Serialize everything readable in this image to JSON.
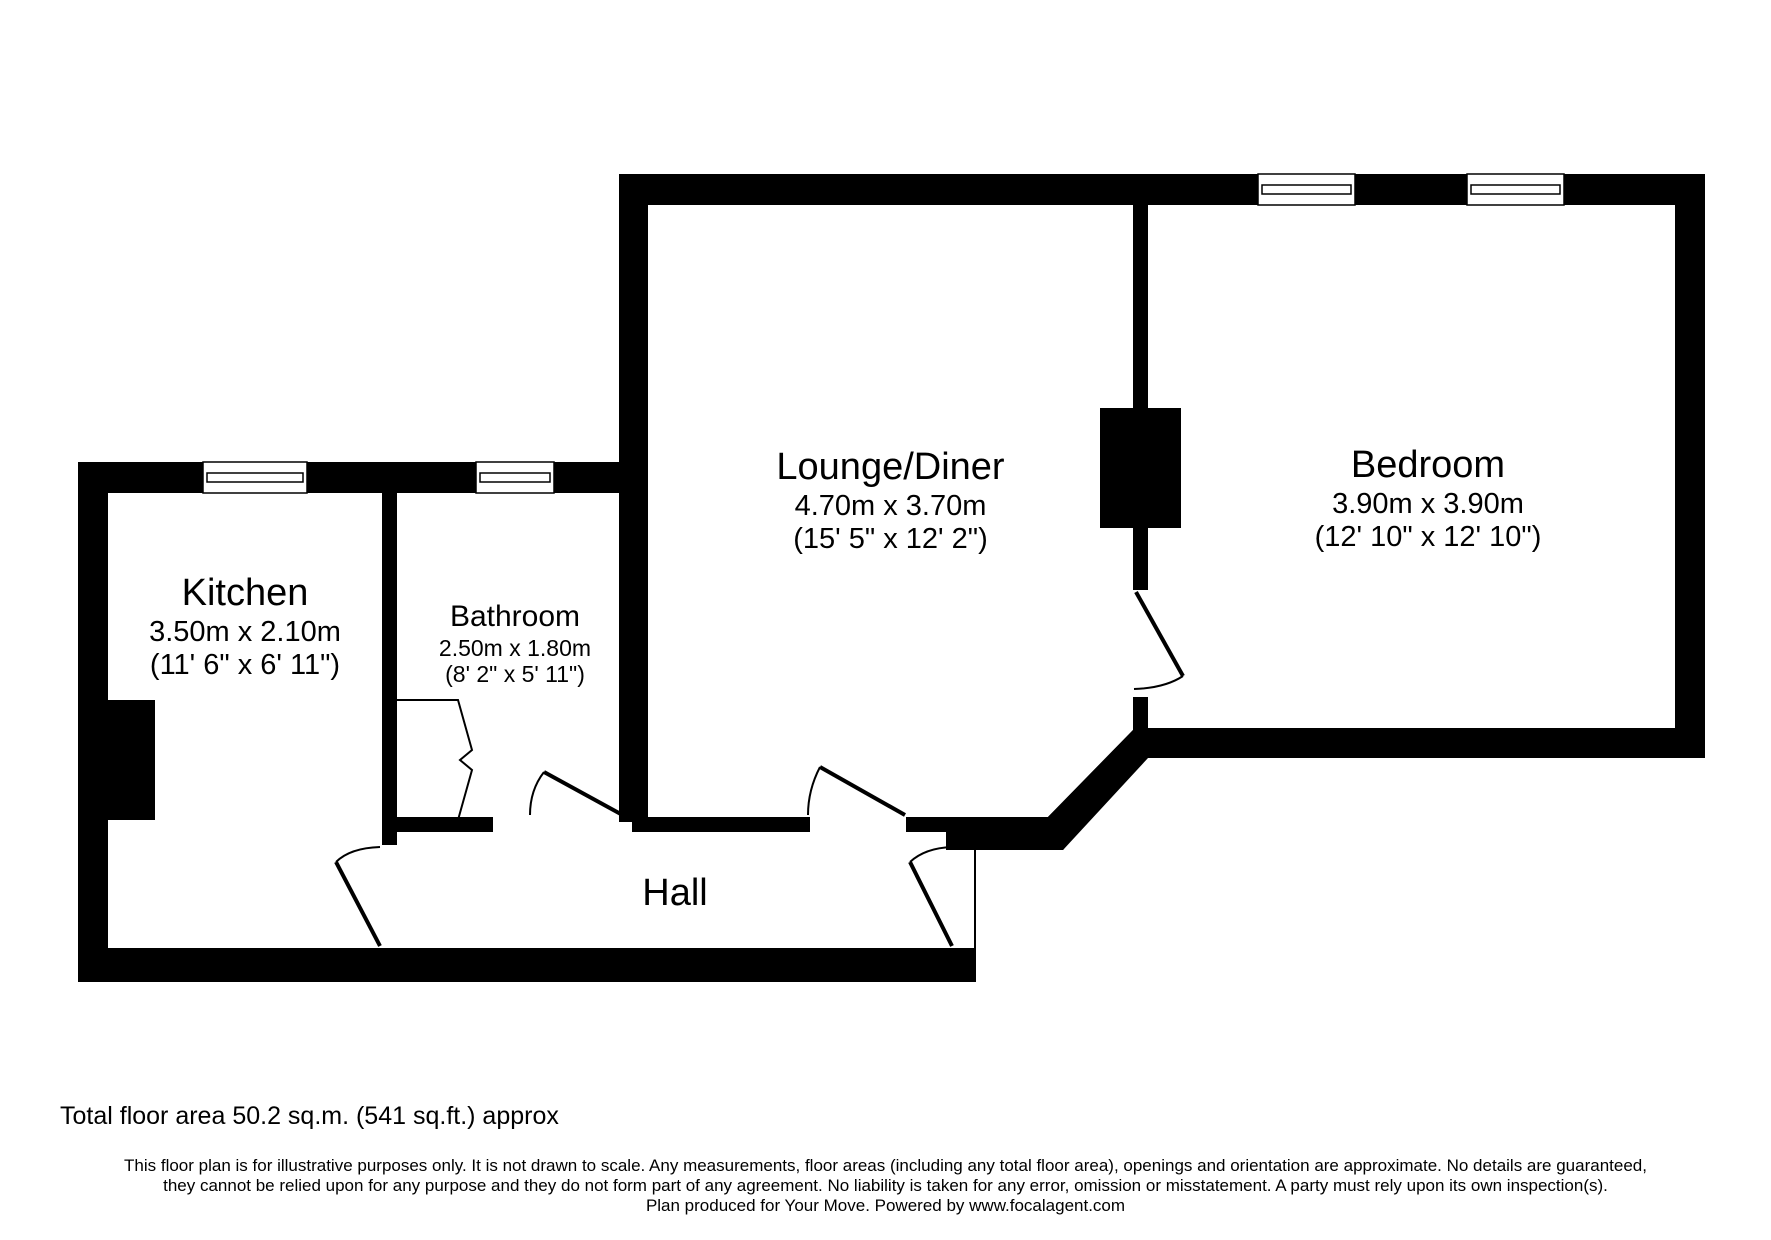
{
  "floor_plan": {
    "rooms": [
      {
        "id": "kitchen",
        "name": "Kitchen",
        "metric": "3.50m x 2.10m",
        "imperial": "(11' 6\" x 6' 11\")"
      },
      {
        "id": "bathroom",
        "name": "Bathroom",
        "metric": "2.50m x 1.80m",
        "imperial": "(8' 2\" x 5' 11\")"
      },
      {
        "id": "lounge",
        "name": "Lounge/Diner",
        "metric": "4.70m x 3.70m",
        "imperial": "(15' 5\" x 12' 2\")"
      },
      {
        "id": "bedroom",
        "name": "Bedroom",
        "metric": "3.90m x 3.90m",
        "imperial": "(12' 10\" x 12' 10\")"
      },
      {
        "id": "hall",
        "name": "Hall"
      }
    ],
    "colors": {
      "wall": "#000000",
      "background": "#ffffff"
    }
  },
  "footer": {
    "total_area": "Total floor area 50.2 sq.m. (541 sq.ft.) approx",
    "disclaimer_lines": [
      "This floor plan is for illustrative purposes only. It is not drawn to scale. Any measurements, floor areas (including any total floor area), openings and orientation are approximate. No details are guaranteed,",
      "they cannot be relied upon for any purpose and they do not form part of any agreement. No liability is taken for any error, omission or misstatement. A party must rely upon its own inspection(s).",
      "Plan produced for Your Move. Powered by www.focalagent.com"
    ]
  }
}
